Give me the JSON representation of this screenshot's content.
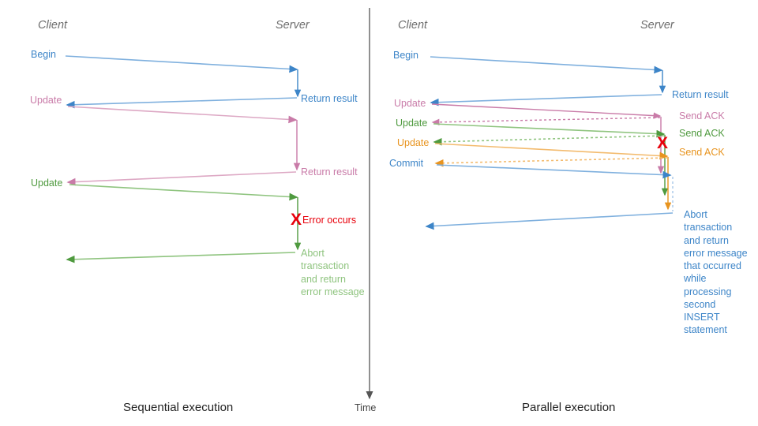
{
  "diagram": {
    "title_left": "Sequential execution",
    "title_right": "Parallel execution",
    "time_axis_label": "Time",
    "colors": {
      "blue": "#3d85c8",
      "blue_light": "#7fb0de",
      "pink": "#c97ba8",
      "pink_light": "#dda8c4",
      "green": "#4f9a3f",
      "green_light": "#8fc47f",
      "orange": "#e8941f",
      "orange_light": "#f3bb6e",
      "gray": "#6e6e6e",
      "red": "#e8000b",
      "black": "#222222"
    }
  },
  "left_panel": {
    "caption": "Sequential execution",
    "header_client": "Client",
    "header_server": "Server",
    "client_messages": [
      {
        "label": "Begin",
        "color": "#3d85c8"
      },
      {
        "label": "Update",
        "color": "#c97ba8"
      },
      {
        "label": "Update",
        "color": "#4f9a3f"
      }
    ],
    "server_messages": [
      {
        "label": "Return result",
        "color": "#3d85c8"
      },
      {
        "label": "Return result",
        "color": "#c97ba8"
      }
    ],
    "error_label": "Error occurs",
    "error_mark": "X",
    "abort_lines": [
      "Abort",
      "transaction",
      "and return",
      "error message"
    ],
    "abort_color": "#8fc47f"
  },
  "right_panel": {
    "caption": "Parallel execution",
    "header_client": "Client",
    "header_server": "Server",
    "client_messages": [
      {
        "label": "Begin",
        "color": "#3d85c8"
      },
      {
        "label": "Update",
        "color": "#c97ba8"
      },
      {
        "label": "Update",
        "color": "#4f9a3f"
      },
      {
        "label": "Update",
        "color": "#e8941f"
      },
      {
        "label": "Commit",
        "color": "#3d85c8"
      }
    ],
    "server_messages": [
      {
        "label": "Return result",
        "color": "#3d85c8"
      },
      {
        "label": "Send ACK",
        "color": "#c97ba8"
      },
      {
        "label": "Send ACK",
        "color": "#4f9a3f"
      },
      {
        "label": "Send ACK",
        "color": "#e8941f"
      }
    ],
    "error_mark": "X",
    "abort_lines": [
      "Abort",
      "transaction",
      "and return",
      "error message",
      "that occurred",
      "while",
      "processing",
      "second",
      "INSERT",
      "statement"
    ],
    "abort_color": "#3d85c8"
  }
}
